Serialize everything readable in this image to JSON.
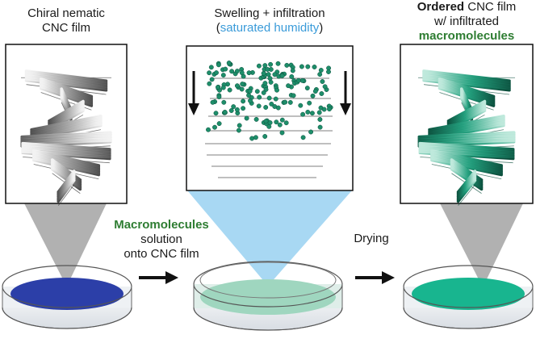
{
  "panel_left": {
    "line1": "Chiral nematic",
    "line2": "CNC film"
  },
  "panel_middle": {
    "line1": "Swelling + infiltration",
    "paren_open": "(",
    "humidity": "saturated humidity",
    "paren_close": ")"
  },
  "panel_right": {
    "bold_word": "Ordered",
    "line1_rest": " CNC film",
    "line2": "w/ infiltrated",
    "line3": "macromolecules"
  },
  "step1": {
    "line1": "Macromolecules",
    "line2": "solution",
    "line3": "onto CNC film"
  },
  "step2": {
    "label": "Drying"
  },
  "colors": {
    "dish1": "#2c3fa8",
    "dish2": "#9fd6bf",
    "dish3": "#18b58f",
    "accent_green": "#2e7d32",
    "accent_blue": "#3a9bd9",
    "cone_gray": "#a8a8a8",
    "cone_blue": "#9fd4f2"
  }
}
